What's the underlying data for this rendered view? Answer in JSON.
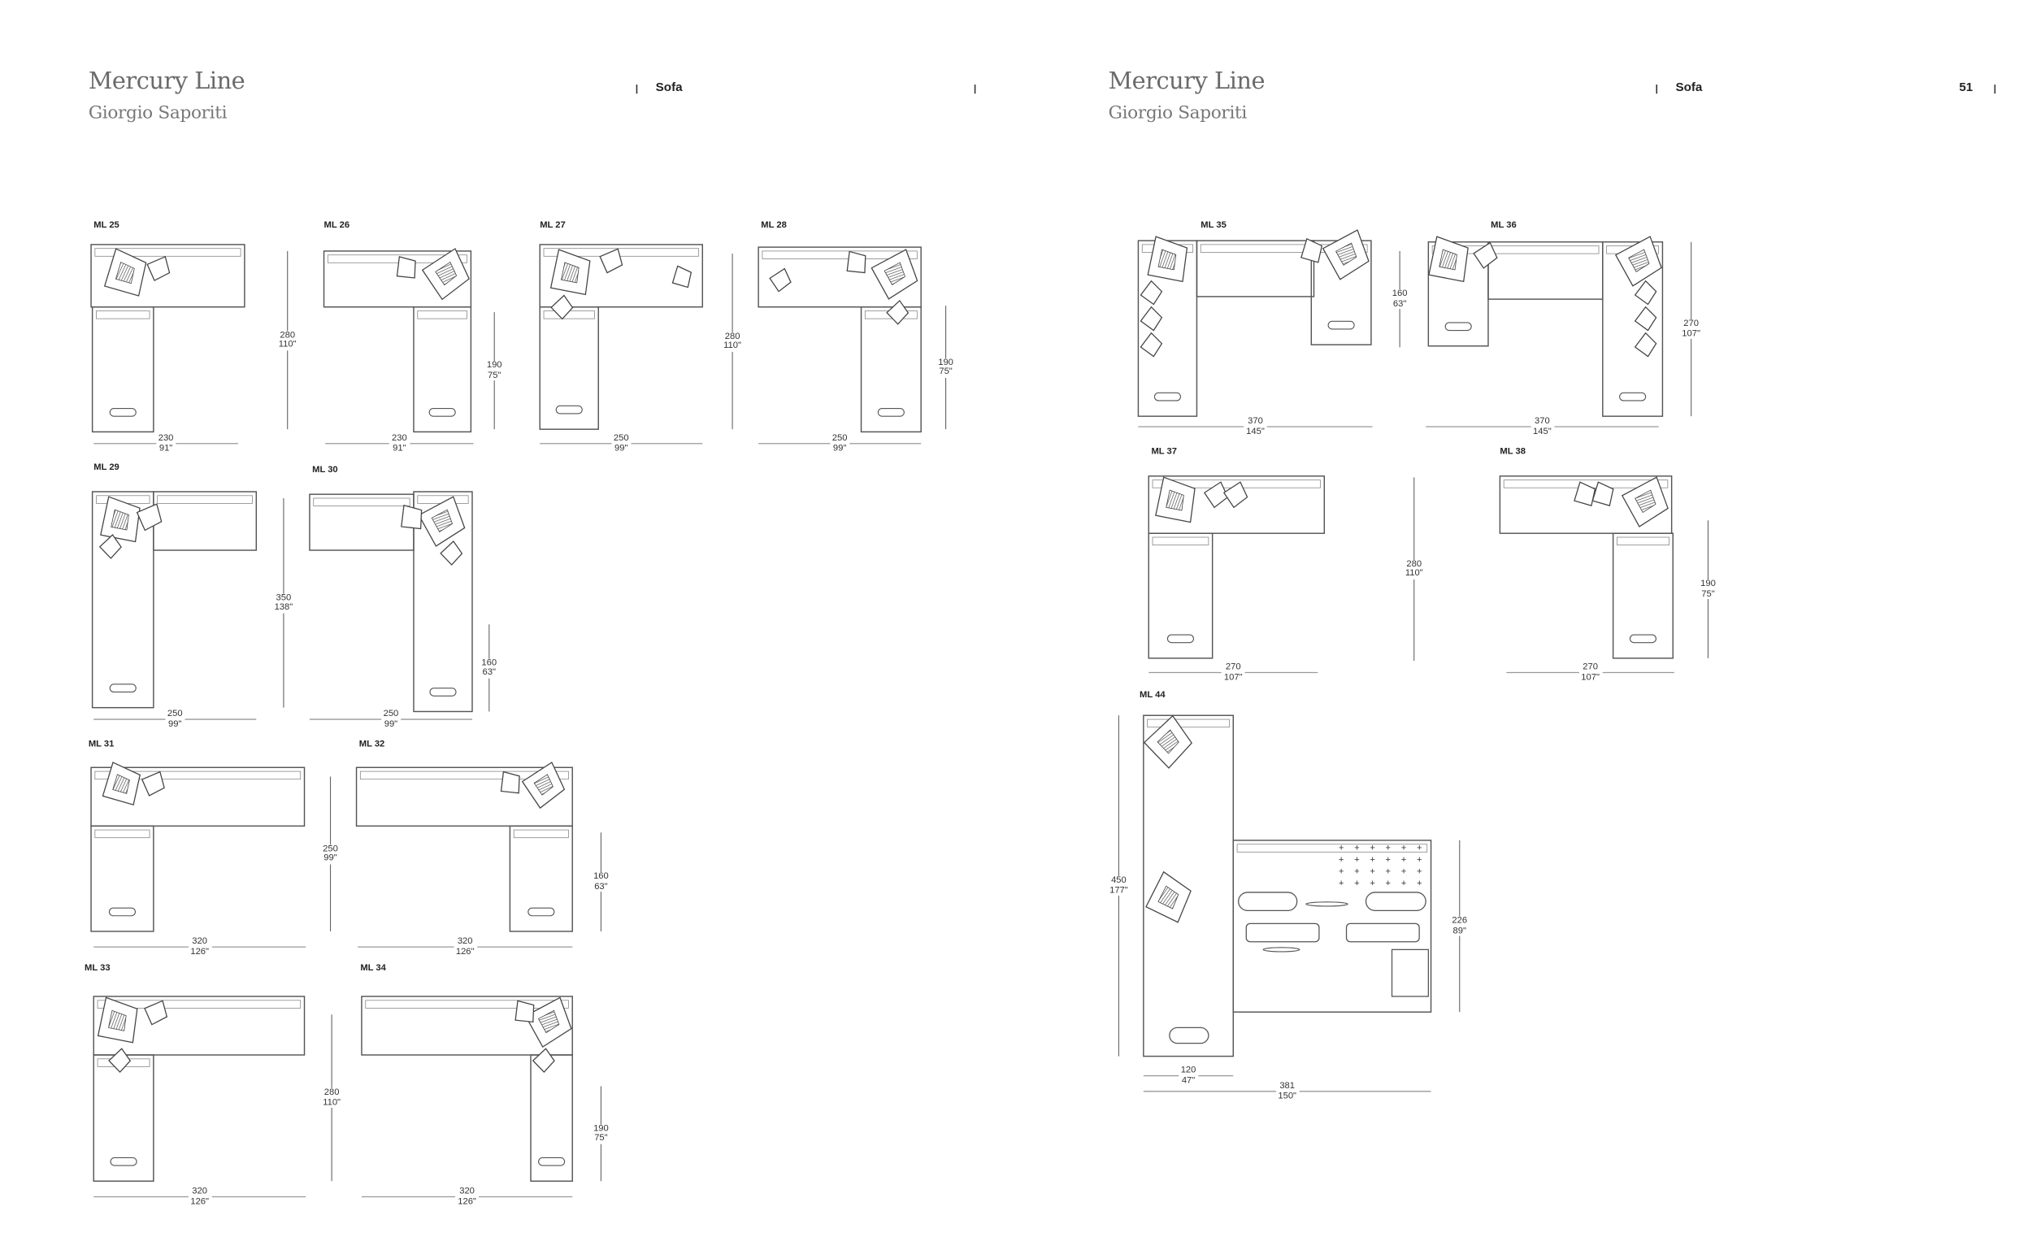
{
  "pages": [
    {
      "title": "Mercury Line",
      "subtitle": "Giorgio Saporiti",
      "section": "Sofa",
      "page_number": ""
    },
    {
      "title": "Mercury Line",
      "subtitle": "Giorgio Saporiti",
      "section": "Sofa",
      "page_number": "51"
    }
  ],
  "diagrams": [
    {
      "code": "ML 25",
      "dims": [
        {
          "cm": "280",
          "in": "110\""
        },
        {
          "cm": "230",
          "in": "91\""
        }
      ]
    },
    {
      "code": "ML 26",
      "dims": [
        {
          "cm": "190",
          "in": "75\""
        },
        {
          "cm": "230",
          "in": "91\""
        }
      ]
    },
    {
      "code": "ML 27",
      "dims": [
        {
          "cm": "280",
          "in": "110\""
        },
        {
          "cm": "250",
          "in": "99\""
        }
      ]
    },
    {
      "code": "ML 28",
      "dims": [
        {
          "cm": "190",
          "in": "75\""
        },
        {
          "cm": "250",
          "in": "99\""
        }
      ]
    },
    {
      "code": "ML 29",
      "dims": [
        {
          "cm": "350",
          "in": "138\""
        },
        {
          "cm": "250",
          "in": "99\""
        }
      ]
    },
    {
      "code": "ML 30",
      "dims": [
        {
          "cm": "160",
          "in": "63\""
        },
        {
          "cm": "250",
          "in": "99\""
        }
      ]
    },
    {
      "code": "ML 31",
      "dims": [
        {
          "cm": "250",
          "in": "99\""
        },
        {
          "cm": "320",
          "in": "126\""
        }
      ]
    },
    {
      "code": "ML 32",
      "dims": [
        {
          "cm": "160",
          "in": "63\""
        },
        {
          "cm": "320",
          "in": "126\""
        }
      ]
    },
    {
      "code": "ML 33",
      "dims": [
        {
          "cm": "280",
          "in": "110\""
        },
        {
          "cm": "320",
          "in": "126\""
        }
      ]
    },
    {
      "code": "ML 34",
      "dims": [
        {
          "cm": "190",
          "in": "75\""
        },
        {
          "cm": "320",
          "in": "126\""
        }
      ]
    },
    {
      "code": "ML 35",
      "dims": [
        {
          "cm": "160",
          "in": "63\""
        },
        {
          "cm": "370",
          "in": "145\""
        }
      ]
    },
    {
      "code": "ML 36",
      "dims": [
        {
          "cm": "270",
          "in": "107\""
        },
        {
          "cm": "370",
          "in": "145\""
        }
      ]
    },
    {
      "code": "ML 37",
      "dims": [
        {
          "cm": "280",
          "in": "110\""
        },
        {
          "cm": "270",
          "in": "107\""
        }
      ]
    },
    {
      "code": "ML 38",
      "dims": [
        {
          "cm": "190",
          "in": "75\""
        },
        {
          "cm": "270",
          "in": "107\""
        }
      ]
    },
    {
      "code": "ML 44",
      "dims": [
        {
          "cm": "450",
          "in": "177\""
        },
        {
          "cm": "226",
          "in": "89\""
        },
        {
          "cm": "120",
          "in": "47\""
        },
        {
          "cm": "381",
          "in": "150\""
        }
      ]
    }
  ]
}
